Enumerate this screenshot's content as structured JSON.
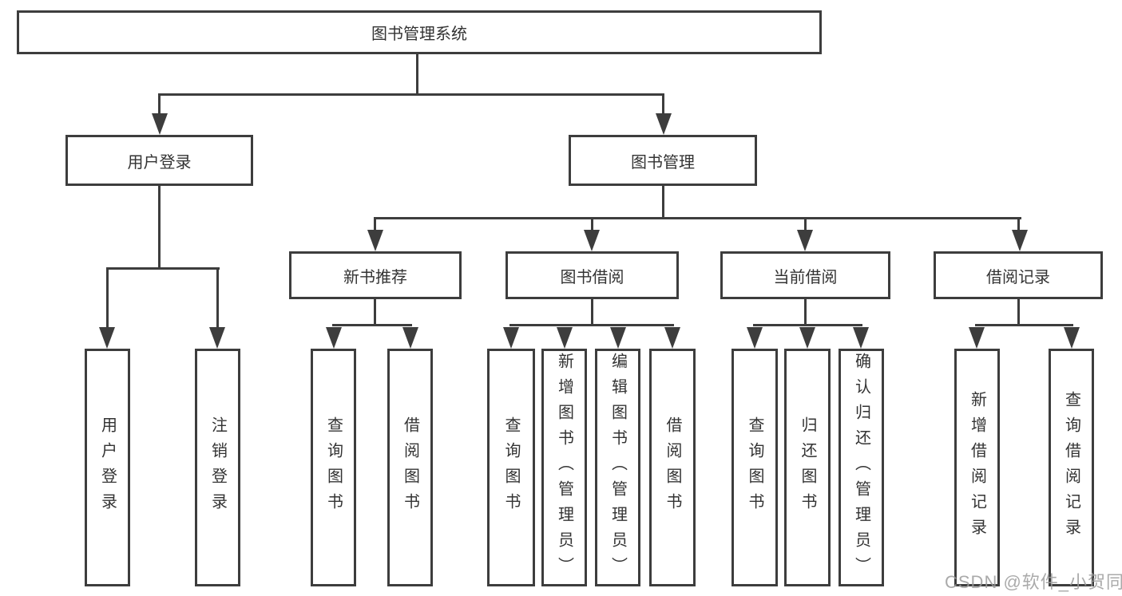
{
  "diagram": {
    "title": "图书管理系统",
    "branches": {
      "user_login": {
        "label": "用户登录",
        "children": {
          "login": "用户登录",
          "logout": "注销登录"
        }
      },
      "book_mgmt": {
        "label": "图书管理",
        "children": {
          "new_books": {
            "label": "新书推荐",
            "children": {
              "query": "查询图书",
              "borrow": "借阅图书"
            }
          },
          "book_borrow": {
            "label": "图书借阅",
            "children": {
              "query": "查询图书",
              "add": "新增图书（管理员）",
              "edit": "编辑图书（管理员）",
              "borrow": "借阅图书"
            }
          },
          "current_borrow": {
            "label": "当前借阅",
            "children": {
              "query": "查询图书",
              "return": "归还图书",
              "confirm": "确认归还（管理员）"
            }
          },
          "borrow_records": {
            "label": "借阅记录",
            "children": {
              "add": "新增借阅记录",
              "query": "查询借阅记录"
            }
          }
        }
      }
    }
  },
  "watermark": {
    "text": "CSDN @软件_小贺同学",
    "color": "#9c9c9c"
  },
  "colors": {
    "line": "#3d3d3d",
    "text": "#333333",
    "background": "#ffffff"
  }
}
